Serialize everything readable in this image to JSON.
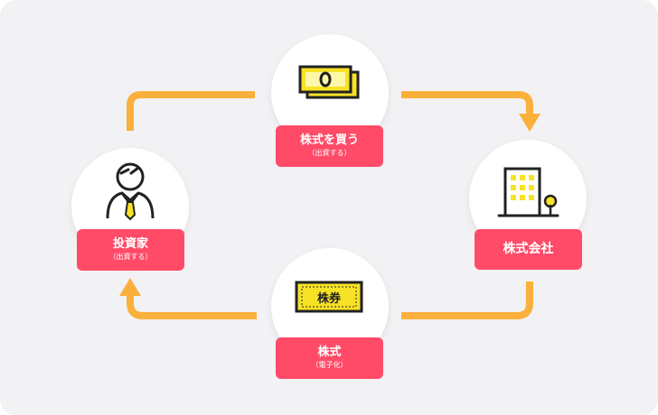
{
  "colors": {
    "background": "#f2f2f5",
    "arrow": "#fbb03b",
    "label": "#ff4b68",
    "icon_yellow": "#f7e226",
    "icon_stroke": "#222222"
  },
  "nodes": {
    "investor": {
      "icon": "businessman-icon",
      "title": "投資家",
      "subtitle": "（出資する）"
    },
    "buy": {
      "icon": "banknotes-icon",
      "title": "株式を買う",
      "subtitle": "（出資する）"
    },
    "company": {
      "icon": "office-building-icon",
      "title": "株式会社"
    },
    "stock": {
      "icon": "stock-certificate-icon",
      "certificate_text": "株券",
      "title": "株式",
      "subtitle": "（電子化）"
    }
  }
}
